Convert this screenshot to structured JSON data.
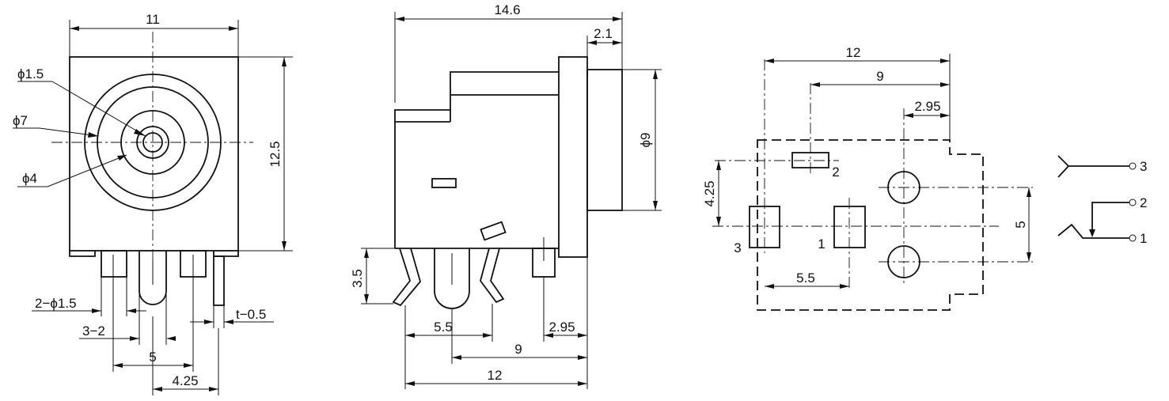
{
  "front_view": {
    "width_dim": "11",
    "height_dim": "12.5",
    "hole_dia_1": "ϕ1.5",
    "hole_dia_2": "ϕ7",
    "hole_dia_3": "ϕ4",
    "pin_dia": "2−ϕ1.5",
    "pin_thickness": "t−0.5",
    "pin_size": "3−2",
    "pin_spacing_5": "5",
    "pin_spacing_425": "4.25"
  },
  "side_view": {
    "length_dim": "14.6",
    "flange_dim": "2.1",
    "barrel_dia": "ϕ9",
    "pin_height": "3.5",
    "dim_55": "5.5",
    "dim_295": "2.95",
    "dim_9": "9",
    "dim_12": "12"
  },
  "pcb_layout": {
    "dim_12": "12",
    "dim_9": "9",
    "dim_295": "2.95",
    "dim_425": "4.25",
    "dim_5": "5",
    "dim_55": "5.5",
    "pin_label_1": "1",
    "pin_label_2": "2",
    "pin_label_3": "3"
  },
  "schematic": {
    "terminal_1": "1",
    "terminal_2": "2",
    "terminal_3": "3"
  }
}
